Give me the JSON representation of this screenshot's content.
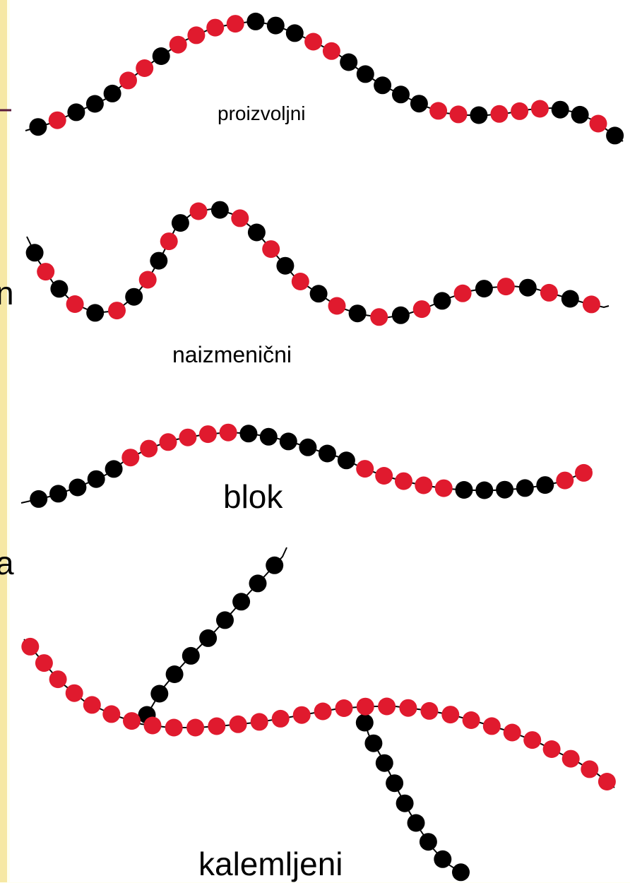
{
  "colors": {
    "slide_background": "#fffff0",
    "content_background": "#ffffff",
    "left_border": "#f6e8a4",
    "rule_line": "#5a1a3a",
    "bead_red": "#e01a2e",
    "bead_black": "#000000",
    "backbone": "#000000"
  },
  "labels": {
    "random": "proizvoljni",
    "alternating": "naizmenični",
    "block": "blok",
    "graft": "kalemljeni"
  },
  "edge_fragments": {
    "n": "n",
    "a": "a"
  },
  "chains": {
    "random": "BRBBBRRBRRRRBBBRRBBBBBRRBRRRBBRB",
    "alternating": "BRBRBRBRBRBRBRBRBRBRBRBRBRBRBRBR",
    "block": "BBBBBRRRRRRBBBBBBRRRRRBBBBBRR",
    "graft_main": "RRRRRRRRRRRRRRRRRRRRRRRRRRRRRR",
    "graft_branch_1": "BBBBBBBBB",
    "graft_branch_2": "BBBBBBBBB"
  }
}
